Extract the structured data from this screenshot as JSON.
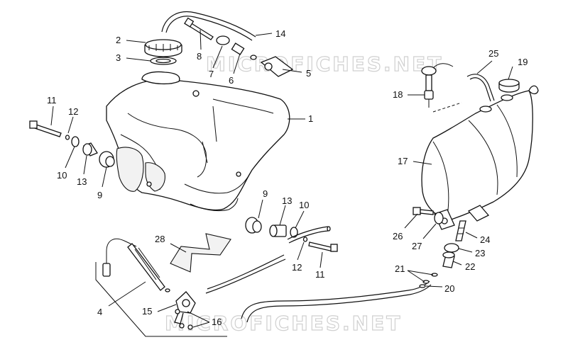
{
  "watermark": "MICROFICHES.NET",
  "labels": {
    "l1": "1",
    "l2": "2",
    "l3": "3",
    "l4": "4",
    "l5": "5",
    "l6": "6",
    "l7": "7",
    "l8": "8",
    "l9a": "9",
    "l9b": "9",
    "l10a": "10",
    "l10b": "10",
    "l11a": "11",
    "l11b": "11",
    "l12a": "12",
    "l12b": "12",
    "l13a": "13",
    "l13b": "13",
    "l14": "14",
    "l15": "15",
    "l16": "16",
    "l17": "17",
    "l18": "18",
    "l19": "19",
    "l20": "20",
    "l21": "21",
    "l22": "22",
    "l23": "23",
    "l24": "24",
    "l25": "25",
    "l26": "26",
    "l27": "27",
    "l28": "28"
  }
}
